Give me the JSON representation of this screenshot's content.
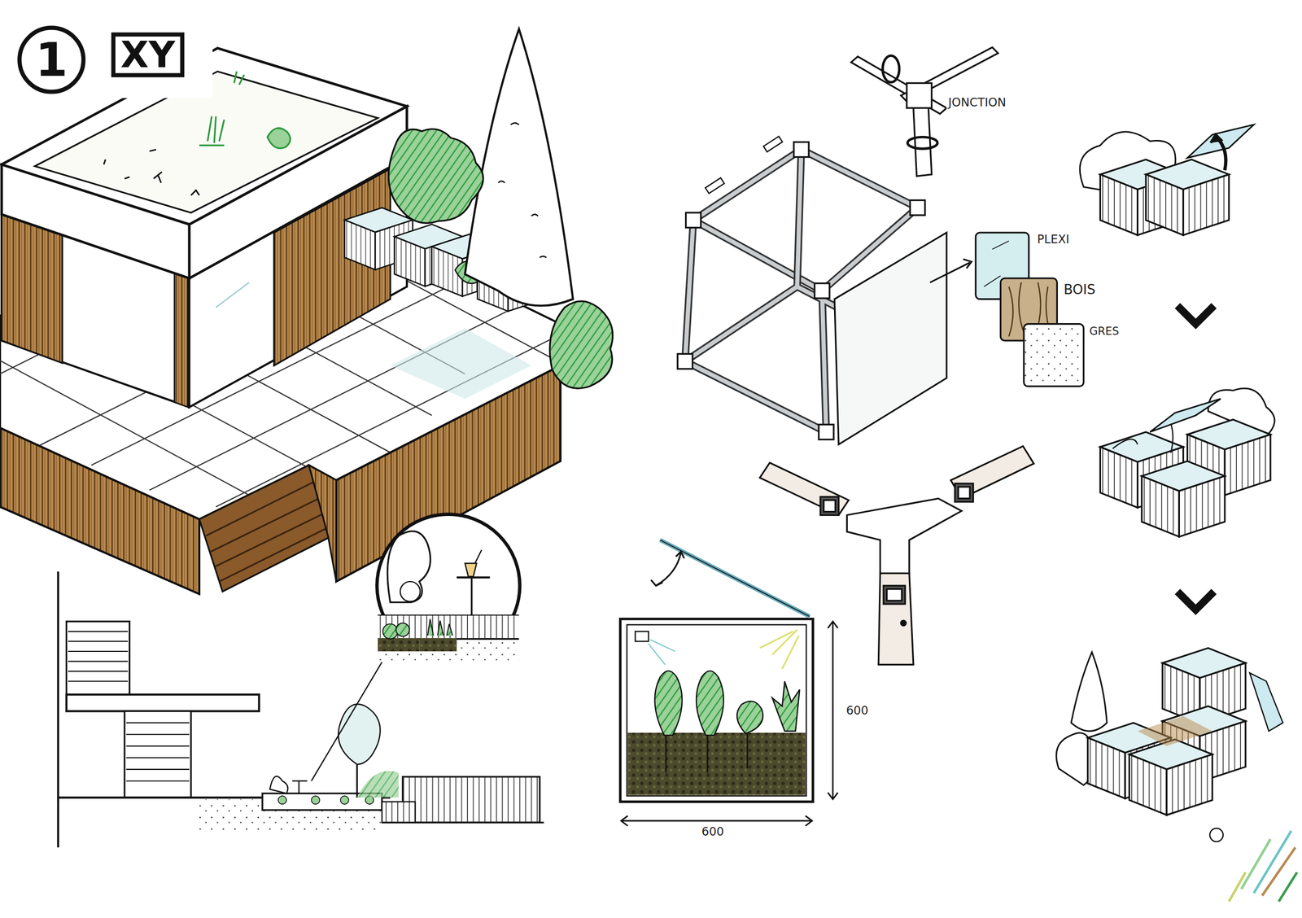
{
  "diagram": {
    "nodes": [
      {
        "text": [
          "1"
        ]
      },
      {
        "text": [
          "XY"
        ]
      }
    ],
    "labels": [
      "JONCTION",
      "PLEXI",
      "BOIS",
      "GRES",
      "600",
      "600"
    ]
  }
}
